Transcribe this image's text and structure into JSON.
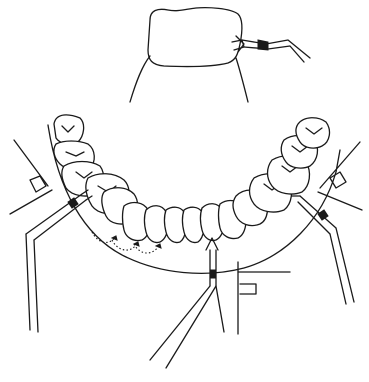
{
  "figure": {
    "description_visible_text": "",
    "colors": {
      "stroke": "#1a1a1a",
      "background": "#ffffff"
    },
    "parts": [
      "single-tooth-detail",
      "probe-top",
      "lower-dental-arch",
      "probe-left",
      "probe-center",
      "probe-right",
      "dotted-path-arrows"
    ]
  }
}
